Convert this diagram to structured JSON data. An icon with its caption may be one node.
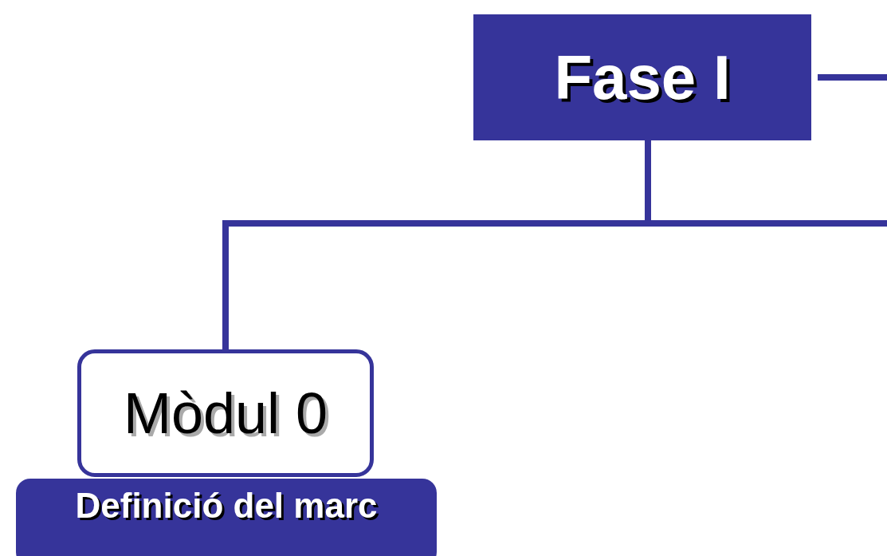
{
  "diagram": {
    "nodes": [
      {
        "text": [
          "Fase I"
        ]
      },
      {
        "text": [
          "Mòdul 0"
        ]
      },
      {
        "text": [
          "Definició del marc"
        ]
      }
    ],
    "edges": [
      {
        "from": 0,
        "to": null,
        "arrow": "none"
      },
      {
        "from": 0,
        "to": 1,
        "arrow": "none"
      },
      {
        "from": 0,
        "to": null,
        "arrow": "none"
      }
    ]
  }
}
